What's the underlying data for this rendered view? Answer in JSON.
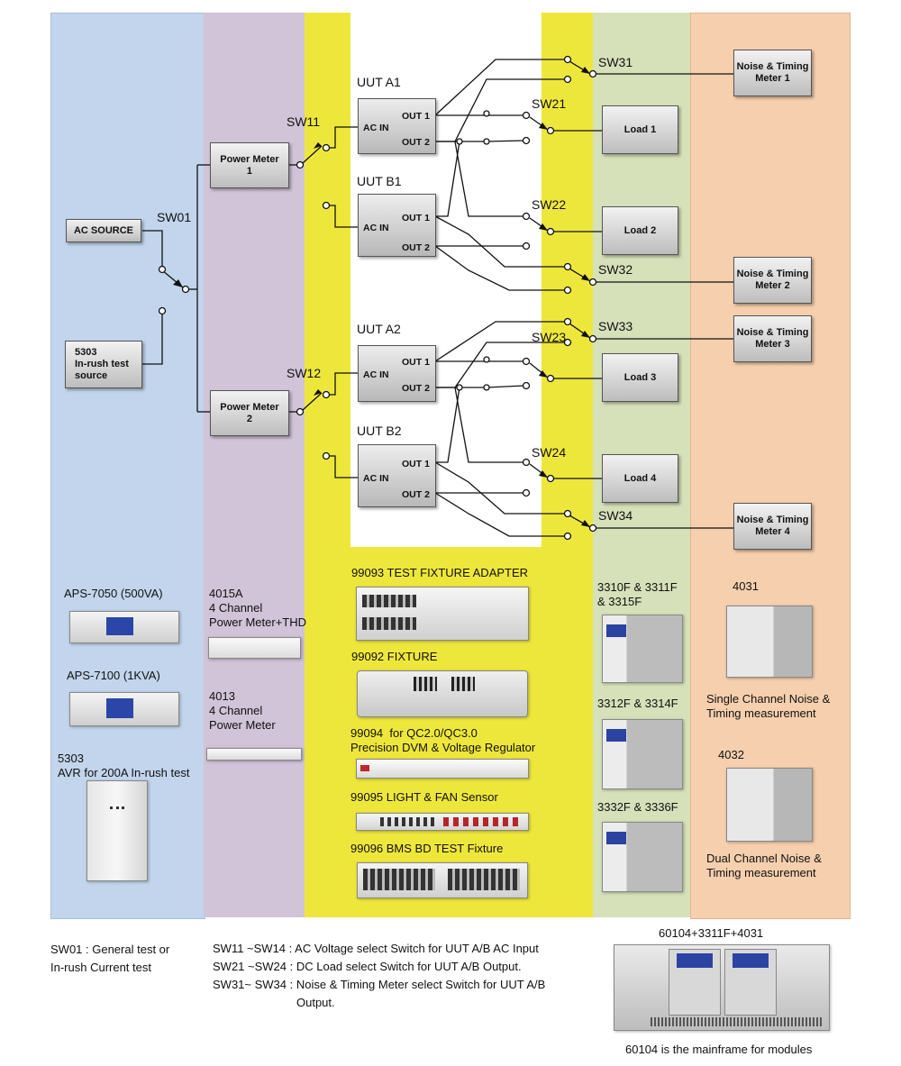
{
  "colors": {
    "blue": "#c2d5ec",
    "purple": "#d1c3d8",
    "yellow": "#eee73b",
    "green": "#d6e0b9",
    "peach": "#f6cfae",
    "white_center": "#ffffff"
  },
  "sources": {
    "ac_source": "AC SOURCE",
    "inrush_source": "5303\nIn-rush test\nsource"
  },
  "meters": {
    "pm1": "Power Meter\n1",
    "pm2": "Power Meter\n2"
  },
  "uuts": [
    {
      "title": "UUT A1",
      "ac_in": "AC IN",
      "out1": "OUT 1",
      "out2": "OUT 2"
    },
    {
      "title": "UUT B1",
      "ac_in": "AC IN",
      "out1": "OUT 1",
      "out2": "OUT 2"
    },
    {
      "title": "UUT A2",
      "ac_in": "AC IN",
      "out1": "OUT 1",
      "out2": "OUT 2"
    },
    {
      "title": "UUT B2",
      "ac_in": "AC IN",
      "out1": "OUT 1",
      "out2": "OUT 2"
    }
  ],
  "loads": [
    "Load 1",
    "Load 2",
    "Load 3",
    "Load 4"
  ],
  "noise_meters": [
    "Noise & Timing\nMeter 1",
    "Noise & Timing\nMeter 2",
    "Noise & Timing\nMeter 3",
    "Noise & Timing\nMeter 4"
  ],
  "switches": {
    "sw01": "SW01",
    "sw11": "SW11",
    "sw12": "SW12",
    "sw21": "SW21",
    "sw22": "SW22",
    "sw23": "SW23",
    "sw24": "SW24",
    "sw31": "SW31",
    "sw32": "SW32",
    "sw33": "SW33",
    "sw34": "SW34"
  },
  "products": {
    "aps7050": "APS-7050 (500VA)",
    "aps7100": "APS-7100 (1KVA)",
    "avr5303": "5303\nAVR for 200A In-rush test",
    "m4015a": "4015A\n4 Channel\nPower Meter+THD",
    "m4013": "4013\n4 Channel\nPower Meter",
    "f99093": "99093 TEST FIXTURE ADAPTER",
    "f99092": "99092 FIXTURE",
    "f99094": "99094  for QC2.0/QC3.0\nPrecision DVM & Voltage Regulator",
    "f99095": "99095 LIGHT & FAN Sensor",
    "f99096": "99096 BMS BD TEST Fixture",
    "l3310": "3310F & 3311F\n& 3315F",
    "l3312": "3312F & 3314F",
    "l3332": "3332F & 3336F",
    "n4031": "4031",
    "n4031_desc": "Single Channel Noise &\nTiming measurement",
    "n4032": "4032",
    "n4032_desc": "Dual Channel Noise &\nTiming measurement"
  },
  "notes": {
    "sw01": "SW01 : General test or\nIn-rush Current test",
    "sw11": "SW11 ~SW14 : AC Voltage select Switch for UUT A/B AC Input",
    "sw21": "SW21 ~SW24 : DC Load select Switch for UUT A/B Output.",
    "sw31": "SW31~ SW34 : Noise & Timing Meter select Switch for UUT A/B",
    "sw31_cont": "Output.",
    "mainframe_title": "60104+3311F+4031",
    "mainframe_caption": "60104 is the mainframe for modules"
  }
}
